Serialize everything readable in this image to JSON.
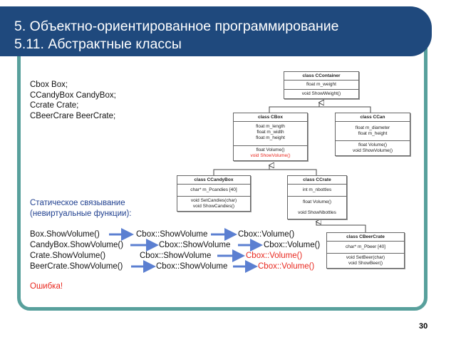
{
  "slide": {
    "title_line1": "5. Объектно-ориентированное программирование",
    "title_line2": "5.11. Абстрактные классы",
    "page_number": "30"
  },
  "declarations": [
    "Cbox Box;",
    "CCandyBox CandyBox;",
    "Ccrate Crate;",
    "CBeerCrare BeerCrate;"
  ],
  "static_binding": {
    "line1": "Статическое связывание",
    "line2": "(невиртуальные функции):"
  },
  "calls": [
    {
      "call": "Box.ShowVolume()",
      "via": "Cbox::ShowVolume",
      "target": "Cbox::Volume()",
      "target_color": "#111111"
    },
    {
      "call": "CandyBox.ShowVolume()",
      "via": "Cbox::ShowVolume",
      "target": "Cbox::Volume()",
      "target_color": "#111111"
    },
    {
      "call": "Crate.ShowVolume()",
      "via": "Cbox::ShowVolume",
      "target": "Cbox::Volume()",
      "target_color": "#e8281f"
    },
    {
      "call": "BeerCrate.ShowVolume()",
      "via": "Cbox::ShowVolume",
      "target": "Cbox::Volume()",
      "target_color": "#e8281f"
    }
  ],
  "error_text": "Ошибка!",
  "classes": {
    "container": {
      "name": "class CContainer",
      "fields": [
        "float m_weight"
      ],
      "methods": [
        "void ShowWeight()"
      ]
    },
    "box": {
      "name": "class CBox",
      "fields": [
        "float m_length",
        "float m_width",
        "float m_height"
      ],
      "methods": [
        "float Volume()",
        "void  ShowVolume()"
      ]
    },
    "can": {
      "name": "class CCan",
      "fields": [
        "float m_diameter",
        "float m_height"
      ],
      "methods": [
        "float Volume()",
        "void  ShowVolume()"
      ]
    },
    "candybox": {
      "name": "class CCandyBox",
      "fields": [
        "char* m_Pcandies [40]"
      ],
      "methods": [
        "void SetCandies(char)",
        "void ShowCandies()"
      ]
    },
    "crate": {
      "name": "class CCrate",
      "fields": [
        "int m_nbottles"
      ],
      "methods": [
        "float Volume()",
        "void ShowNbottles"
      ]
    },
    "beercrate": {
      "name": "class CBeerCrate",
      "fields": [
        "char* m_Pbeer [40]"
      ],
      "methods": [
        "void SetBeer(char)",
        "void ShowBeer()"
      ]
    }
  },
  "colors": {
    "accent_teal": "#58a09c",
    "banner": "#1f497d",
    "arrow": "#5b7fd1",
    "highlight_red": "#e8281f"
  }
}
